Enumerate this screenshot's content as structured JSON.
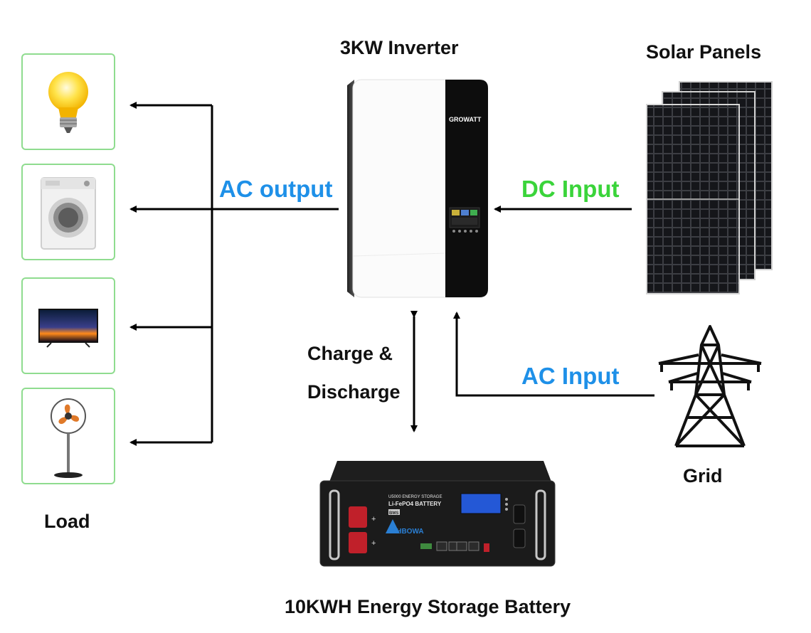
{
  "labels": {
    "inverter": "3KW Inverter",
    "solar": "Solar Panels",
    "ac_output": "AC output",
    "dc_input": "DC Input",
    "ac_input": "AC Input",
    "charge_line1": "Charge &",
    "charge_line2": "Discharge",
    "grid": "Grid",
    "load": "Load",
    "battery": "10KWH Energy Storage Battery"
  },
  "inverter_brand": "GROWATT",
  "battery_text": {
    "model": "U5000 ENERGY STORAGE",
    "chem": "Li-FePO4 BATTERY",
    "bms": "BMS",
    "brand": "AHBOWA"
  },
  "loads": [
    "light-bulb",
    "washing-machine",
    "television",
    "standing-fan"
  ],
  "colors": {
    "blue_label": "#1e90e8",
    "green_label": "#3ad43a",
    "box_border": "#8fdc8f",
    "arrow": "#000000"
  }
}
